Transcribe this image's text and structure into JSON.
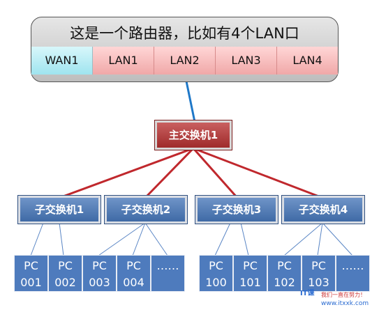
{
  "router": {
    "title": "这是一个路由器，比如有4个LAN口",
    "ports": [
      "WAN1",
      "LAN1",
      "LAN2",
      "LAN3",
      "LAN4"
    ]
  },
  "main_switch": {
    "label": "主交换机1"
  },
  "sub_switches": [
    "子交换机1",
    "子交换机2",
    "子交换机3",
    "子交换机4"
  ],
  "pcs": [
    {
      "line1": "PC",
      "line2": "001"
    },
    {
      "line1": "PC",
      "line2": "002"
    },
    {
      "line1": "PC",
      "line2": "003"
    },
    {
      "line1": "PC",
      "line2": "004"
    },
    {
      "line1": "",
      "line2": "……"
    },
    {
      "line1": "PC",
      "line2": "100"
    },
    {
      "line1": "PC",
      "line2": "101"
    },
    {
      "line1": "PC",
      "line2": "102"
    },
    {
      "line1": "PC",
      "line2": "103"
    },
    {
      "line1": "",
      "line2": "……"
    }
  ],
  "watermark": {
    "logo": "IT课",
    "slogan": "我们一直在努力！",
    "url": "www.itxxk.com"
  },
  "colors": {
    "uplink": "#1f78c8",
    "main_links": "#c0282d",
    "pc_links": "#5a86c5"
  }
}
